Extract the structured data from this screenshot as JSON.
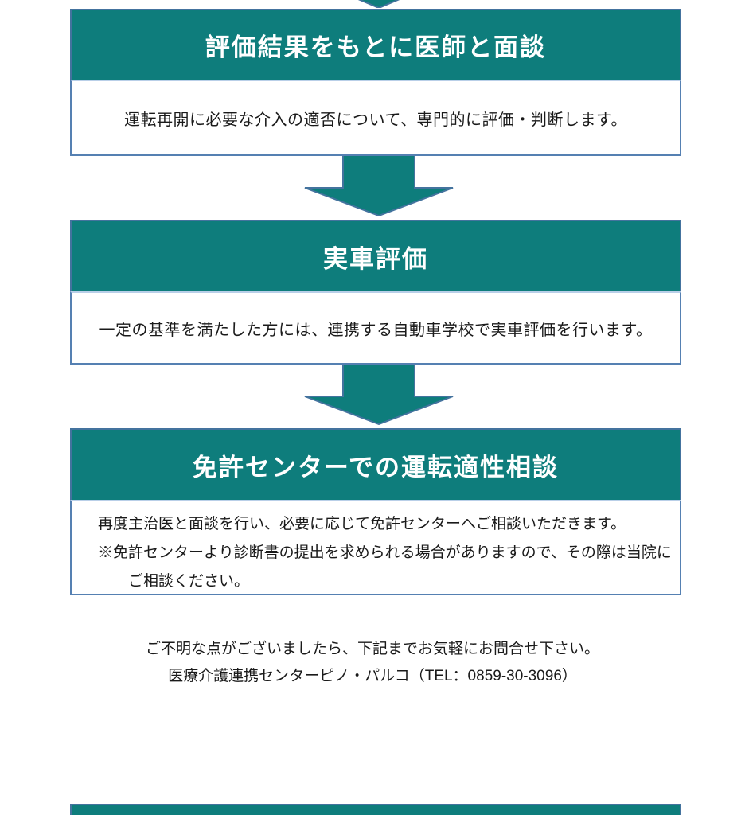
{
  "colors": {
    "teal": "#0e7d7c",
    "box_border_blue": "#5580b2",
    "header_border_blue": "#44739e",
    "light_divider_blue": "#b9cfe8",
    "header_text": "#ffffff",
    "body_text": "#1a1a1a"
  },
  "flow": {
    "steps": [
      {
        "title": "評価結果をもとに医師と面談",
        "body_lines": [
          "運転再開に必要な介入の適否について、専門的に評価・判断します。"
        ]
      },
      {
        "title": "実車評価",
        "body_lines": [
          "一定の基準を満たした方には、連携する自動車学校で実車評価を行います。"
        ]
      },
      {
        "title": "免許センターでの運転適性相談",
        "body_lines": [
          "再度主治医と面談を行い、必要に応じて免許センターへご相談いただきます。",
          "※免許センターより診断書の提出を求められる場合がありますので、その際は当院に",
          "ご相談ください。"
        ]
      }
    ]
  },
  "footer": {
    "inquiry_line": "ご不明な点がございましたら、下記までお気軽にお問合せ下さい。",
    "contact_line": "医療介護連携センターピノ・パルコ（TEL：0859-30-3096）"
  }
}
